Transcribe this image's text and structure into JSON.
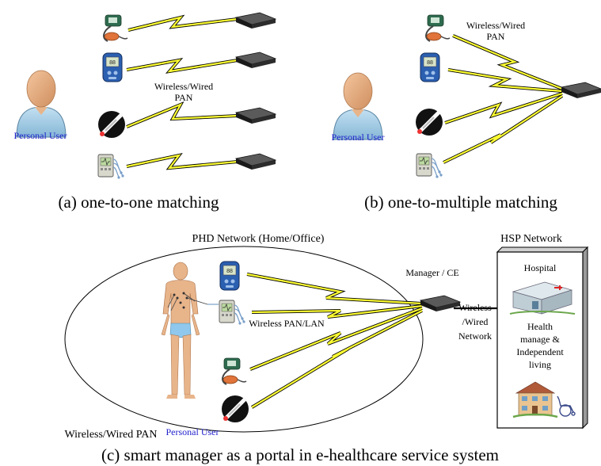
{
  "panel_a": {
    "user_label": "Personal User",
    "link_label_line1": "Wireless/Wired",
    "link_label_line2": "PAN",
    "caption": "(a) one-to-one matching"
  },
  "panel_b": {
    "user_label": "Personal User",
    "link_label_line1": "Wireless/Wired",
    "link_label_line2": "PAN",
    "caption": "(b) one-to-multiple matching"
  },
  "panel_c": {
    "phd_network_label": "PHD Network (Home/Office)",
    "hsp_network_label": "HSP Network",
    "manager_label": "Manager / CE",
    "wan_label_line1": "Wireless",
    "wan_label_line2": "/Wired",
    "wan_label_line3": "Network",
    "lan_label": "Wireless PAN/LAN",
    "user_label": "Personal User",
    "hospital_label": "Hospital",
    "health_line1": "Health",
    "health_line2": "manage &",
    "health_line3": "Independent",
    "health_line4": "living",
    "pan_label": "Wireless/Wired PAN",
    "caption": "(c) smart manager as a portal in e-healthcare service system"
  },
  "colors": {
    "user_label": "#2222cc",
    "lightning": "#ffff33",
    "device_dark": "#222222",
    "skin": "#e8b48a",
    "shirt": "#a9cfe6",
    "glucometer": "#2b5fb0"
  },
  "icons": [
    "blood-pressure-cuff-icon",
    "glucometer-icon",
    "thermometer-icon",
    "ecg-monitor-icon",
    "manager-device-icon",
    "hospital-icon",
    "nursing-home-icon"
  ]
}
